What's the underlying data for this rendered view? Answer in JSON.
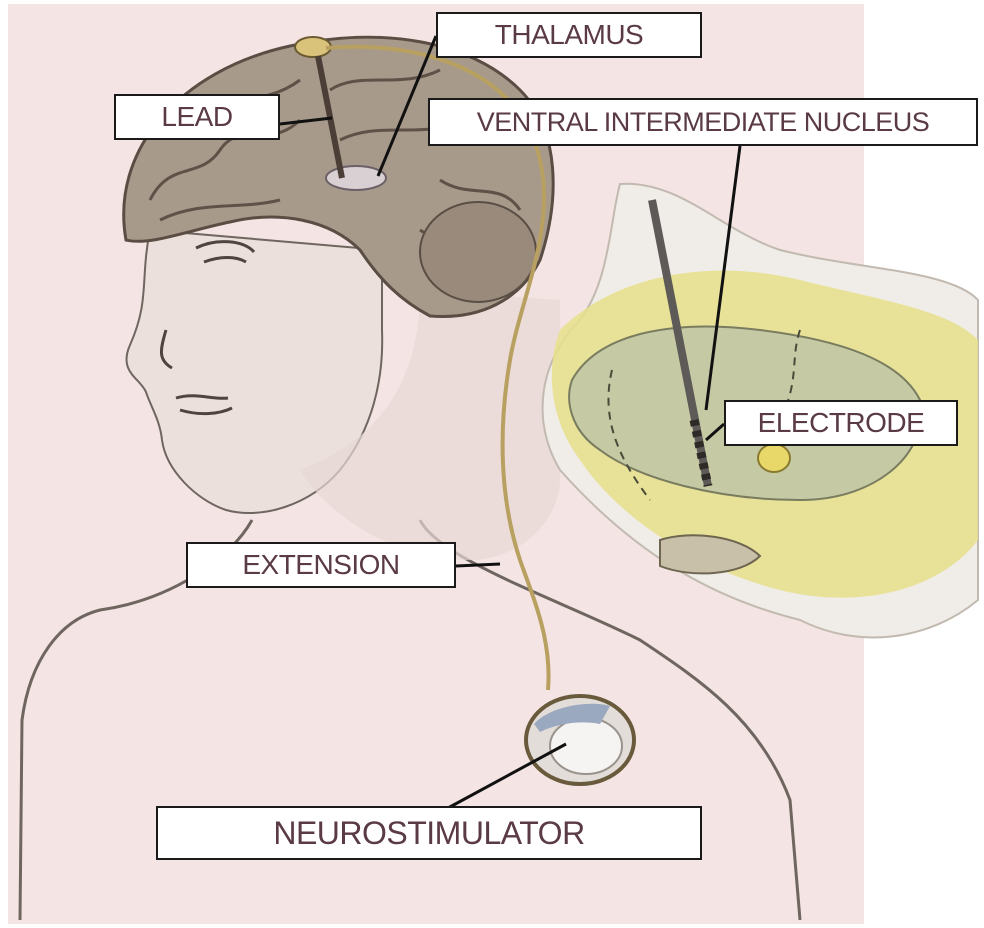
{
  "labels": {
    "thalamus": "THALAMUS",
    "lead": "LEAD",
    "ventral_intermediate_nucleus": "VENTRAL INTERMEDIATE NUCLEUS",
    "electrode": "ELECTRODE",
    "extension": "EXTENSION",
    "neurostimulator": "NEUROSTIMULATOR"
  },
  "colors": {
    "background": "#f4e4e4",
    "label_text": "#5a3a44",
    "label_border": "#1a1a1a",
    "brain": "#a89a8a",
    "inset_yellow": "#e6e08a",
    "inset_green": "#c6caa4"
  }
}
